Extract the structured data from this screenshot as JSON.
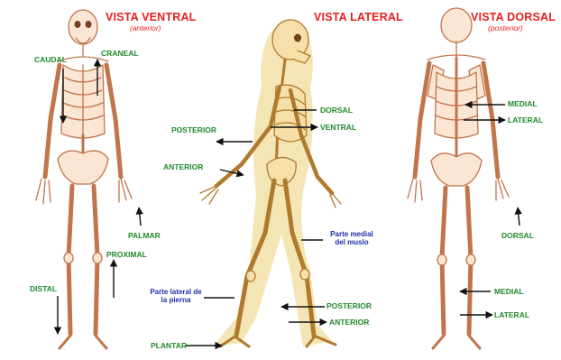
{
  "colors": {
    "title": "#e8201e",
    "term": "#1f8a2a",
    "note": "#1a2fa8",
    "arrow": "#111111"
  },
  "ventral": {
    "title": "VISTA VENTRAL",
    "subtitle": "(anterior)",
    "caudal": "CAUDAL",
    "craneal": "CRANEAL",
    "palmar": "PALMAR",
    "proximal": "PROXIMAL",
    "distal": "DISTAL"
  },
  "lateral": {
    "title": "VISTA LATERAL",
    "dorsal": "DORSAL",
    "posterior_upper": "POSTERIOR",
    "ventral": "VENTRAL",
    "anterior_upper": "ANTERIOR",
    "medial_thigh": "Parte medial del muslo",
    "lateral_leg": "Parte lateral de la pierna",
    "posterior_lower": "POSTERIOR",
    "anterior_lower": "ANTERIOR",
    "plantar": "PLANTAR"
  },
  "dorsal": {
    "title": "VISTA DORSAL",
    "subtitle": "(posterior)",
    "medial_upper": "MEDIAL",
    "lateral_upper": "LATERAL",
    "dorsal": "DORSAL",
    "medial_lower": "MEDIAL",
    "lateral_lower": "LATERAL"
  }
}
